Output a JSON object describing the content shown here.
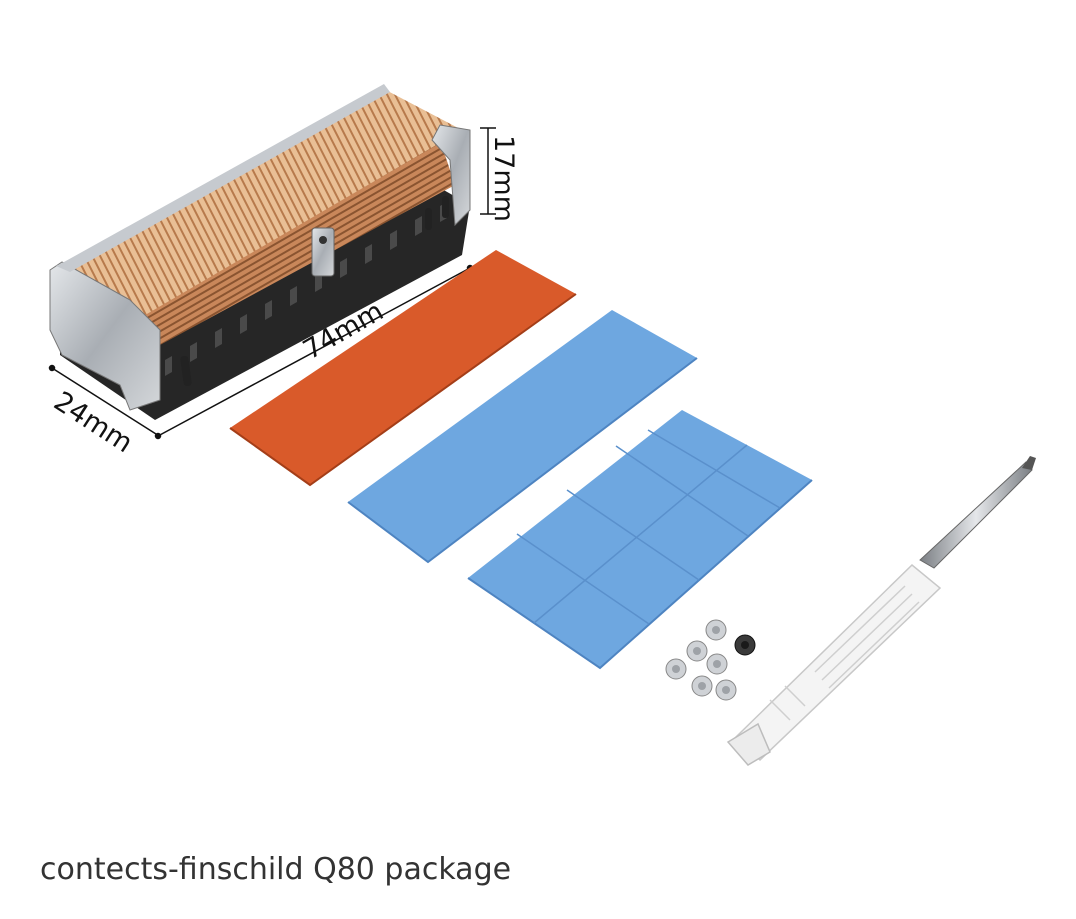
{
  "dimensions": {
    "length": "74mm",
    "width": "24mm",
    "height": "17mm"
  },
  "caption": "contects-finschild Q80 package",
  "colors": {
    "copper_fin": "#e8b98e",
    "orange_pad": "#d9592a",
    "blue_pad": "#6aa3df",
    "blue_pad_grid": "#5a90cc",
    "silver_frame": "#b9bec4",
    "dark_base": "#2a2a2a",
    "screwdriver": "#f2f2f2"
  },
  "icons": [
    "heatsink-icon",
    "thermal-pad-icon",
    "screw-icon",
    "screwdriver-icon"
  ]
}
